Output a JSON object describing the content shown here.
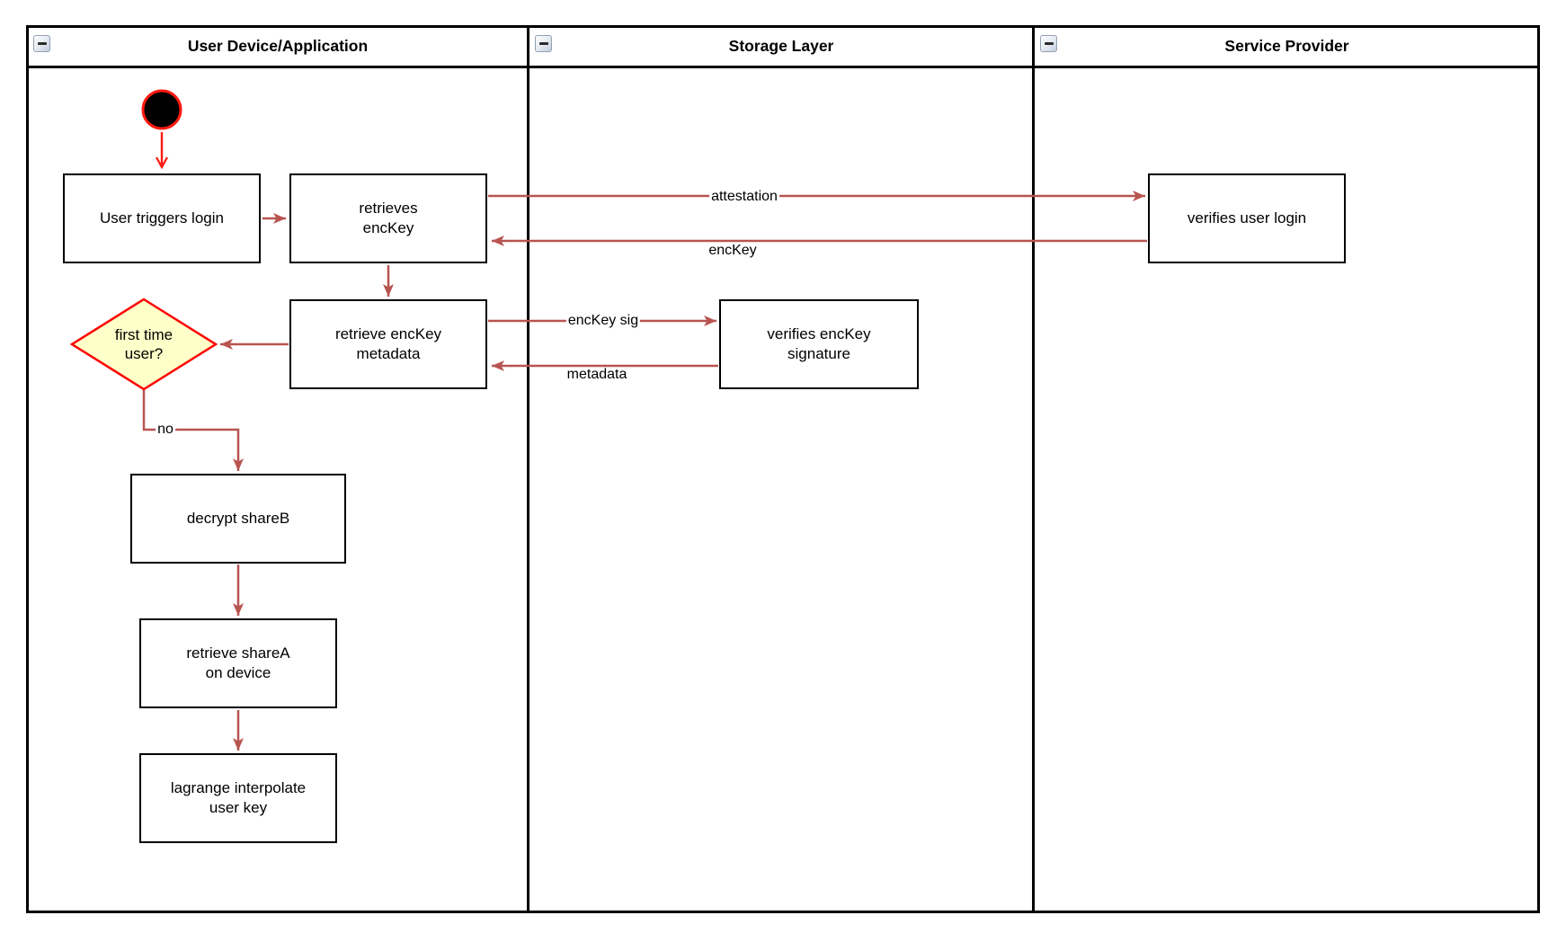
{
  "lanes": [
    {
      "title": "User Device/Application",
      "collapse_icon": "minus-icon"
    },
    {
      "title": "Storage Layer",
      "collapse_icon": "minus-icon"
    },
    {
      "title": "Service Provider",
      "collapse_icon": "minus-icon"
    }
  ],
  "nodes": {
    "start": {
      "type": "initial-node"
    },
    "user_triggers_login": {
      "label": "User triggers login"
    },
    "retrieves_enckey": {
      "label": "retrieves\nencKey"
    },
    "retrieve_metadata": {
      "label": "retrieve encKey\nmetadata"
    },
    "first_time_user": {
      "label": "first time\nuser?"
    },
    "decrypt_shareb": {
      "label": "decrypt shareB"
    },
    "retrieve_sharea": {
      "label": "retrieve shareA\non device"
    },
    "lagrange_interpolate": {
      "label": "lagrange interpolate\nuser key"
    },
    "verifies_signature": {
      "label": "verifies encKey\nsignature"
    },
    "verifies_login": {
      "label": "verifies user login"
    }
  },
  "edges": {
    "attestation": {
      "label": "attestation"
    },
    "enckey": {
      "label": "encKey"
    },
    "enckey_sig": {
      "label": "encKey sig"
    },
    "metadata": {
      "label": "metadata"
    },
    "no_branch": {
      "label": "no"
    }
  },
  "colors": {
    "arrow": "#B85450",
    "accent_red": "#FF1A10",
    "diamond_fill": "#FFFFC9",
    "diamond_stroke": "#FF0000",
    "shape_border": "#000000",
    "background": "#FFFFFF"
  }
}
